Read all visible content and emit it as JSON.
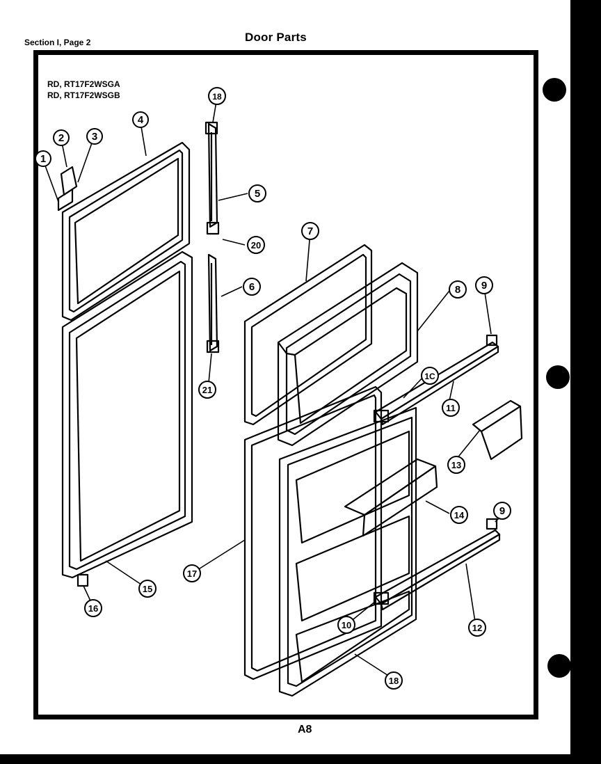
{
  "header": {
    "section": "Section I, Page 2",
    "title": "Door Parts"
  },
  "models": [
    "RD, RT17F2WSGA",
    "RD, RT17F2WSGB"
  ],
  "footer": {
    "page_code": "A8"
  },
  "callouts": [
    "1",
    "2",
    "3",
    "4",
    "5",
    "18",
    "20",
    "6",
    "21",
    "7",
    "8",
    "9",
    "1C",
    "11",
    "13",
    "14",
    "9",
    "12",
    "10",
    "18",
    "17",
    "15",
    "16"
  ]
}
